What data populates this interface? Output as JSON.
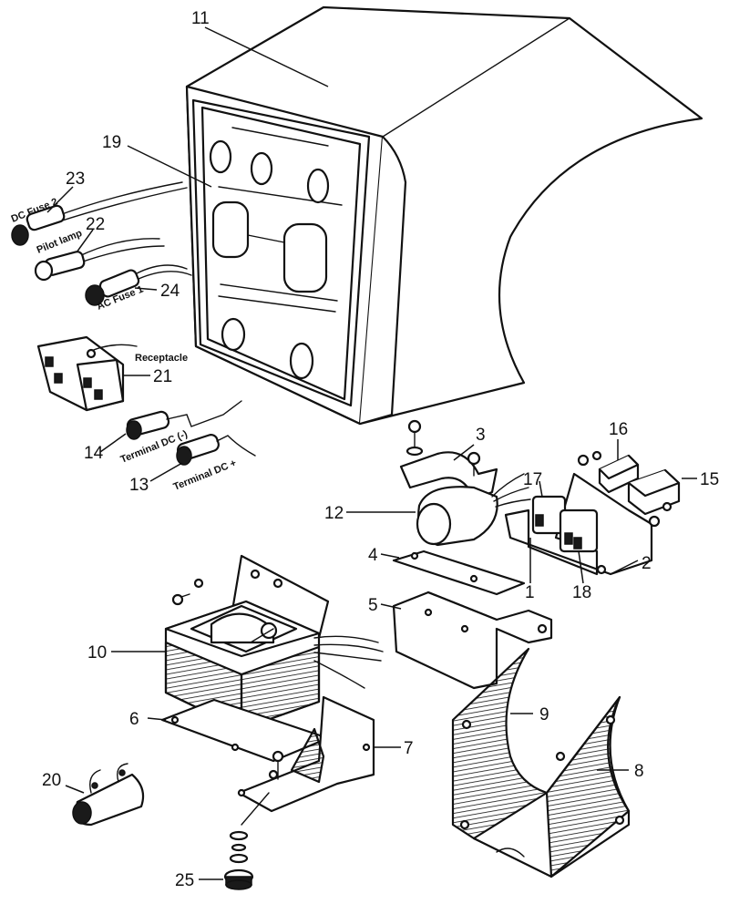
{
  "callouts": {
    "n1": "1",
    "n2": "2",
    "n3": "3",
    "n4": "4",
    "n5": "5",
    "n6": "6",
    "n7": "7",
    "n8": "8",
    "n9": "9",
    "n10": "10",
    "n11": "11",
    "n12": "12",
    "n13": "13",
    "n14": "14",
    "n15": "15",
    "n16": "16",
    "n17": "17",
    "n18": "18",
    "n19": "19",
    "n20": "20",
    "n21": "21",
    "n22": "22",
    "n23": "23",
    "n24": "24",
    "n25": "25"
  },
  "labels": {
    "dc_fuse_2": "DC Fuse 2",
    "pilot_lamp": "Pilot lamp",
    "ac_fuse_1": "AC Fuse 1",
    "receptacle": "Receptacle",
    "terminal_dc_minus": "Terminal DC (-)",
    "terminal_dc_plus": "Terminal DC +"
  }
}
